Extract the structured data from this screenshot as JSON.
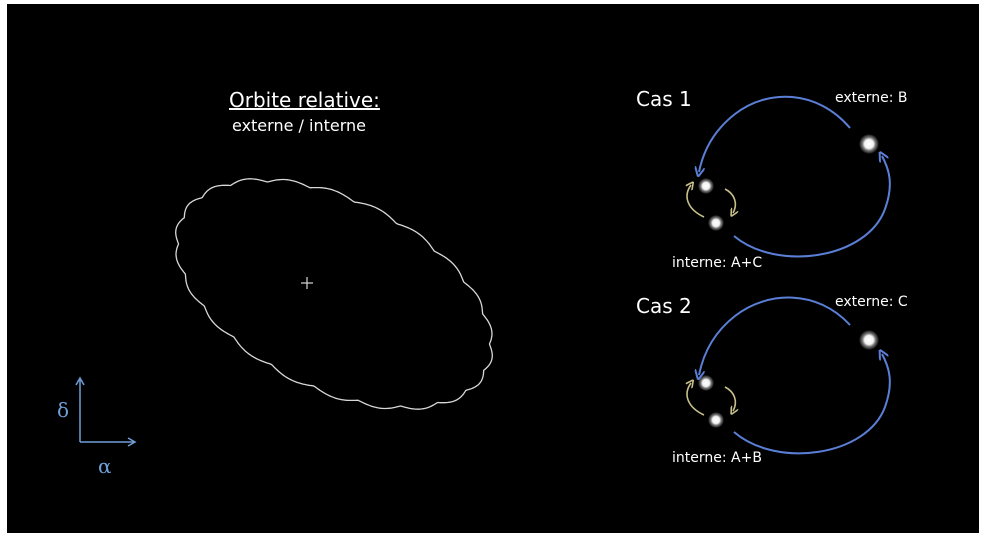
{
  "orbit": {
    "title": "Orbite relative:",
    "subtitle": "externe / interne"
  },
  "case1": {
    "label": "Cas 1",
    "external_label": "externe: B",
    "internal_label": "interne: A+C"
  },
  "case2": {
    "label": "Cas 2",
    "external_label": "externe: C",
    "internal_label": "interne: A+B"
  },
  "axes": {
    "y_label": "δ",
    "x_label": "α"
  },
  "colors": {
    "background": "#000000",
    "outer_orbit_arrow": "#5b7fd6",
    "inner_orbit_arrow": "#c8c08a",
    "orbit_outline": "#d8d8d8",
    "axis": "#6f9fd8"
  },
  "icons": [
    "star-icon",
    "center-cross-icon",
    "orbit-arrow-icon"
  ]
}
